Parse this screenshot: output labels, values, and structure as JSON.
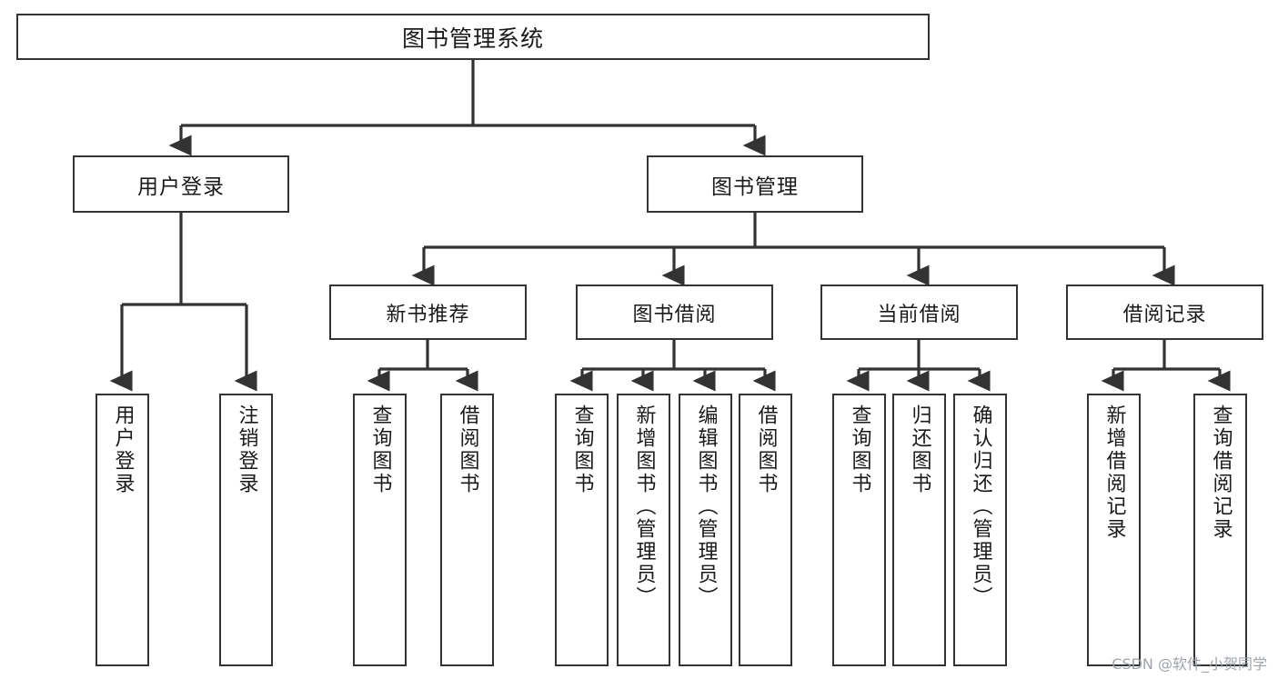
{
  "diagram": {
    "title": "图书管理系统",
    "type": "tree-hierarchy",
    "watermark": "CSDN @软件_小贺同学",
    "colors": {
      "box_border": "#333333",
      "box_fill": "#ffffff",
      "connector": "#333333",
      "text": "#1a1a1a",
      "watermark": "#9aa0a6"
    },
    "nodes": {
      "root": {
        "label": "图书管理系统"
      },
      "level2": [
        {
          "id": "user-login",
          "label": "用户登录"
        },
        {
          "id": "book-manage",
          "label": "图书管理"
        }
      ],
      "level3": [
        {
          "id": "new-book-recommend",
          "label": "新书推荐"
        },
        {
          "id": "book-borrow",
          "label": "图书借阅"
        },
        {
          "id": "current-borrow",
          "label": "当前借阅"
        },
        {
          "id": "borrow-record",
          "label": "借阅记录"
        }
      ],
      "leaves": {
        "user_login": [
          {
            "id": "leaf-user-login",
            "label": "用户登录"
          },
          {
            "id": "leaf-user-logout",
            "label": "注销登录"
          }
        ],
        "new_book_recommend": [
          {
            "id": "leaf-query-book-1",
            "label": "查询图书"
          },
          {
            "id": "leaf-borrow-book-1",
            "label": "借阅图书"
          }
        ],
        "book_borrow": [
          {
            "id": "leaf-query-book-2",
            "label": "查询图书"
          },
          {
            "id": "leaf-add-book",
            "label": "新增图书（管理员）"
          },
          {
            "id": "leaf-edit-book",
            "label": "编辑图书（管理员）"
          },
          {
            "id": "leaf-borrow-book-2",
            "label": "借阅图书"
          }
        ],
        "current_borrow": [
          {
            "id": "leaf-query-book-3",
            "label": "查询图书"
          },
          {
            "id": "leaf-return-book",
            "label": "归还图书"
          },
          {
            "id": "leaf-confirm-return",
            "label": "确认归还（管理员）"
          }
        ],
        "borrow_record": [
          {
            "id": "leaf-add-record",
            "label": "新增借阅记录"
          },
          {
            "id": "leaf-query-record",
            "label": "查询借阅记录"
          }
        ]
      }
    }
  }
}
